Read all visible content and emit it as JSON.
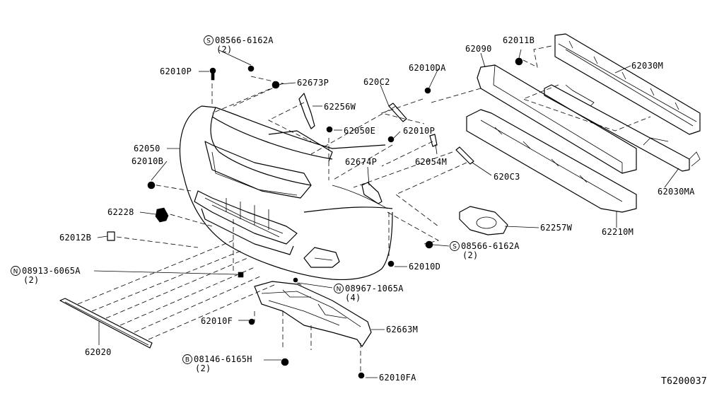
{
  "labels": {
    "p62010P_a": "62010P",
    "p08566_top": "08566-6162A",
    "p08566_top_qty": "(2)",
    "p62673P": "62673P",
    "p62256W": "62256W",
    "p62050E": "62050E",
    "p62050": "62050",
    "p62010B": "62010B",
    "p62228": "62228",
    "p62012B": "62012B",
    "p08913": "08913-6065A",
    "p08913_qty": "(2)",
    "p62020": "62020",
    "p62010F": "62010F",
    "p08146": "08146-6165H",
    "p08146_qty": "(2)",
    "p62010FA": "62010FA",
    "p62663M": "62663M",
    "p08967": "08967-1065A",
    "p08967_qty": "(4)",
    "p62010D": "62010D",
    "p08566_bot": "08566-6162A",
    "p08566_bot_qty": "(2)",
    "p62257W": "62257W",
    "p62674P": "62674P",
    "p62054M": "62054M",
    "p62010P_b": "62010P",
    "p620C2": "620C2",
    "p62010DA": "62010DA",
    "p62090": "62090",
    "p62011B": "62011B",
    "p62030M": "62030M",
    "p620C3": "620C3",
    "p62030MA": "62030MA",
    "p62210M": "62210M",
    "diagram_id": "T6200037"
  },
  "markers": {
    "S": "S",
    "N": "N",
    "B": "B"
  }
}
